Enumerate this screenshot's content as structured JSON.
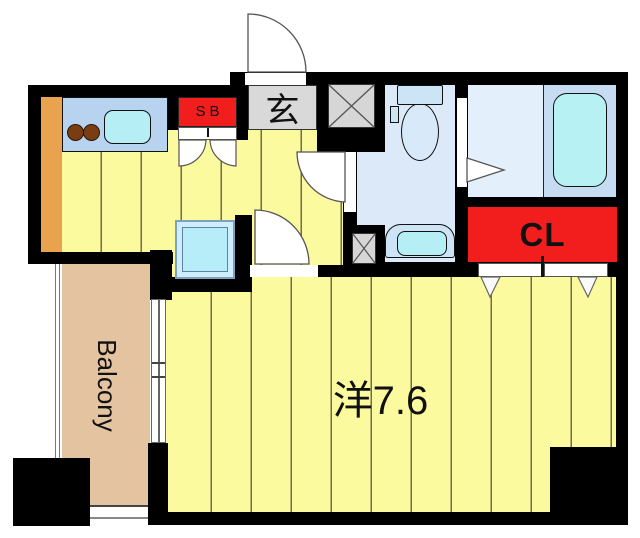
{
  "plan": {
    "type": "apartment-floor-plan",
    "labels": {
      "entrance": "玄",
      "shoe_box": "SB",
      "closet": "CL",
      "balcony": "Balcony",
      "main_room": "洋7.6"
    },
    "colors": {
      "wall": "#000000",
      "floor_yellow": "#fbfa9f",
      "floor_stripe": "#6f6f48",
      "balcony_tan": "#e3c3a0",
      "counter_edge_orange": "#e9a24e",
      "accent_red": "#f21d1d",
      "entrance_gray": "#d9d9d9",
      "shaft_gray": "#d4d4d4",
      "washroom_blue": "#dbe9f8",
      "bath_floor_blue": "#c6dcf3",
      "fixture_cyan": "#b5eef5",
      "counter_blue": "#b7d3f0"
    }
  }
}
